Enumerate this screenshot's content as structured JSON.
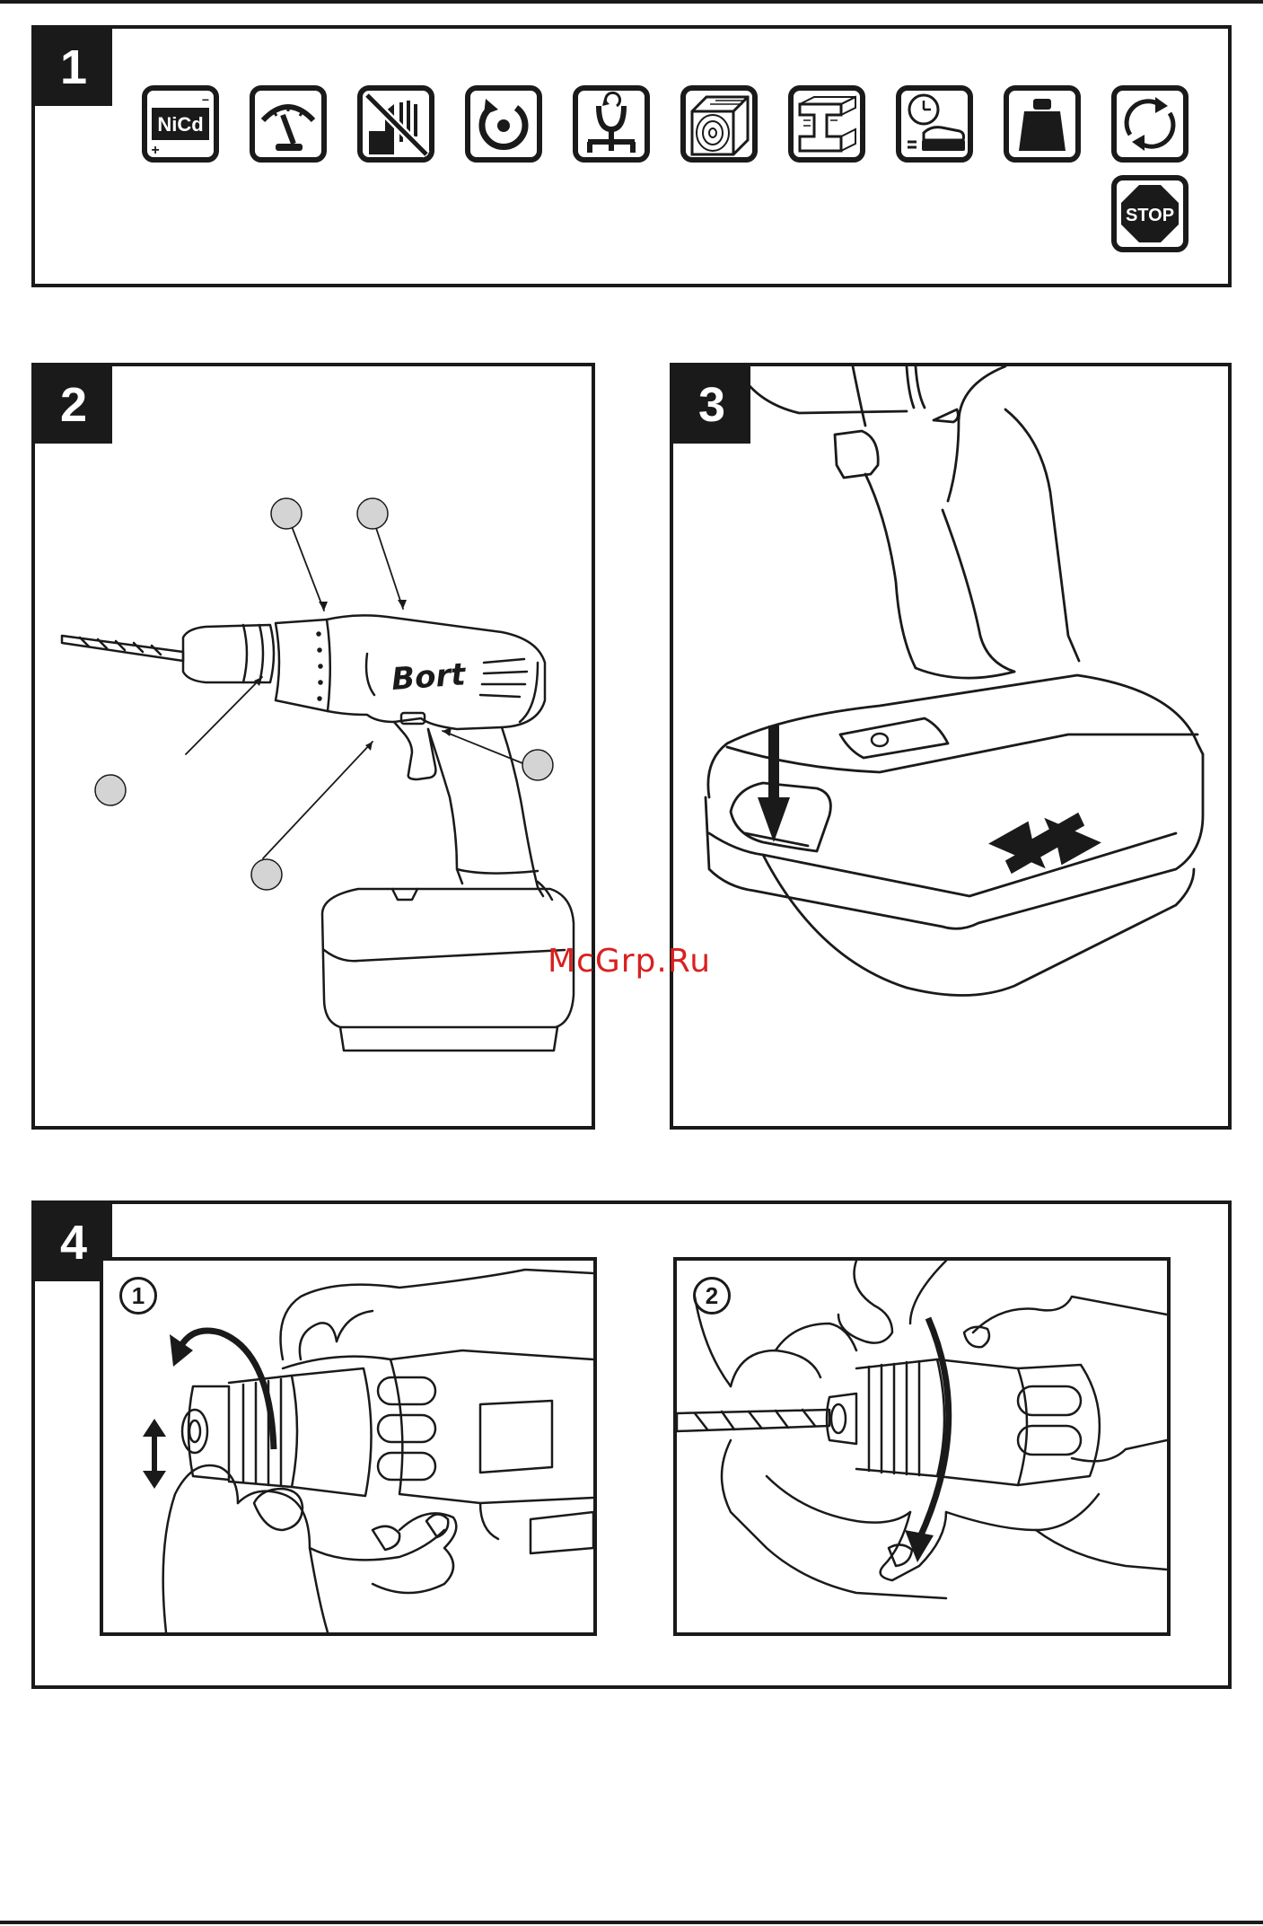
{
  "panels": [
    {
      "number": "1"
    },
    {
      "number": "2"
    },
    {
      "number": "3"
    },
    {
      "number": "4"
    }
  ],
  "icons": {
    "nicd_label": "NiCd",
    "plus": "+",
    "minus": "−",
    "stop_label": "STOP"
  },
  "drill": {
    "brand": "Bort"
  },
  "panel4": {
    "step1": "1",
    "step2": "2"
  },
  "watermark": "McGrp.Ru",
  "colors": {
    "ink": "#1a1a1a",
    "callout_fill": "#d4d4d4",
    "watermark": "#d92020"
  }
}
